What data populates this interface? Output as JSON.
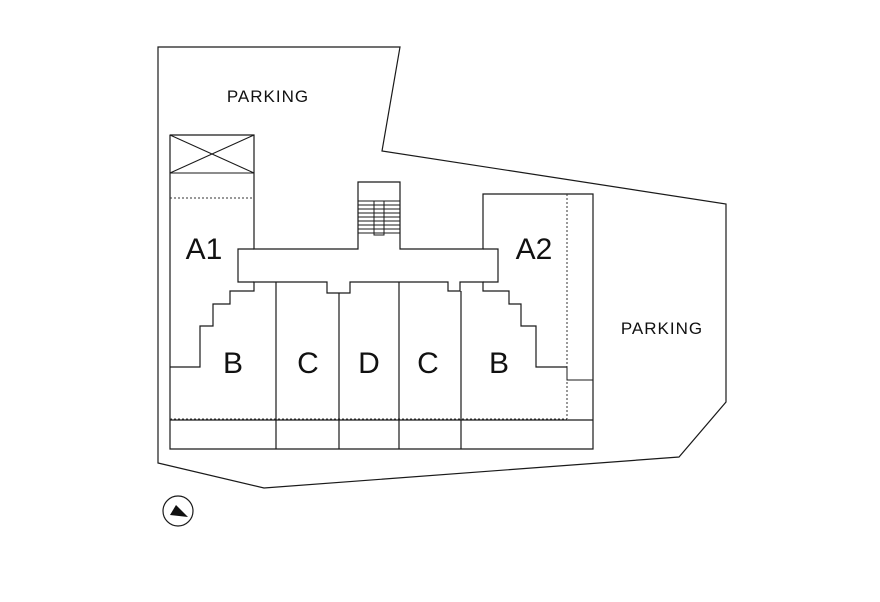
{
  "labels": {
    "parking_top": "PARKING",
    "parking_right": "PARKING",
    "unit_a1": "A1",
    "unit_a2": "A2",
    "unit_b_left": "B",
    "unit_c_left": "C",
    "unit_d": "D",
    "unit_c_right": "C",
    "unit_b_right": "B"
  },
  "icons": {
    "north_arrow": "north-arrow-icon",
    "hatched_box": "crossed-box-icon",
    "stairs": "stairs-icon"
  },
  "colors": {
    "line": "#1a1a1a",
    "background": "#ffffff"
  }
}
